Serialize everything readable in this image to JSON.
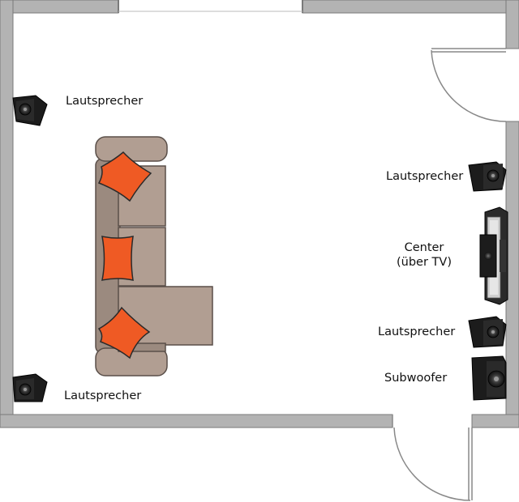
{
  "labels": {
    "speaker_top_left": "Lautsprecher",
    "speaker_bottom_left": "Lautsprecher",
    "speaker_right_upper": "Lautsprecher",
    "speaker_right_lower": "Lautsprecher",
    "center_line1": "Center",
    "center_line2": "(über TV)",
    "subwoofer": "Subwoofer"
  },
  "colors": {
    "wall": "#b3b3b3",
    "wall_stroke": "#7a7a7a",
    "sofa": "#b19e92",
    "sofa_dark": "#9b8a7f",
    "sofa_stroke": "#5a4f49",
    "pillow": "#ef5a24",
    "speaker": "#1c1c1c"
  }
}
